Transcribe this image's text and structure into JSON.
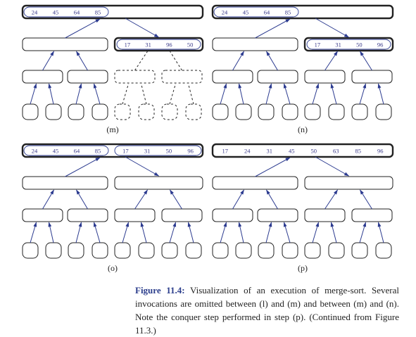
{
  "colors": {
    "box": "#222222",
    "arrow": "#2b3a8f",
    "number": "#3a3a8a",
    "caption_label": "#2c3e8c"
  },
  "panels": [
    {
      "id": "m",
      "label": "(m)",
      "top": {
        "left": [
          24,
          45,
          64,
          85
        ],
        "right": null,
        "merged": null,
        "right_sorted": false
      },
      "middle_right": {
        "values": [
          17,
          31,
          96,
          50
        ],
        "bold": true
      },
      "right_subtree_dashed": true
    },
    {
      "id": "n",
      "label": "(n)",
      "top": {
        "left": [
          24,
          45,
          64,
          85
        ],
        "right": null,
        "merged": null
      },
      "middle_right": {
        "values": [
          17,
          31,
          50,
          96
        ],
        "bold": true
      },
      "right_subtree_dashed": false
    },
    {
      "id": "o",
      "label": "(o)",
      "top": {
        "left": [
          24,
          45,
          64,
          85
        ],
        "right": [
          17,
          31,
          50,
          96
        ],
        "merged": null
      },
      "middle_right": null,
      "right_subtree_dashed": false
    },
    {
      "id": "p",
      "label": "(p)",
      "top": {
        "left": null,
        "right": null,
        "merged": [
          17,
          24,
          31,
          45,
          50,
          63,
          85,
          96
        ]
      },
      "middle_right": null,
      "right_subtree_dashed": false
    }
  ],
  "caption": {
    "label": "Figure 11.4:",
    "text": "Visualization of an execution of merge-sort. Several invocations are omitted between (l) and (m) and between (m) and (n). Note the conquer step performed in step (p). (Continued from Figure 11.3.)"
  }
}
